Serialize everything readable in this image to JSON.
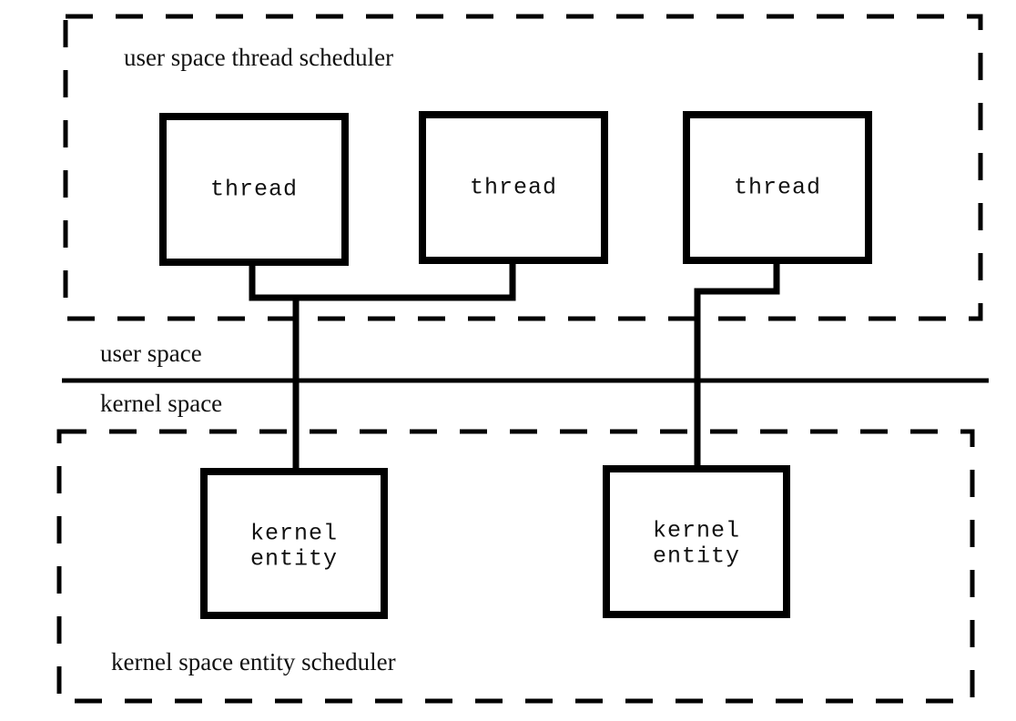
{
  "diagram": {
    "title_top": "user space thread scheduler",
    "title_bottom": "kernel space entity scheduler",
    "divider_label_above": "user space",
    "divider_label_below": "kernel space",
    "colors": {
      "stroke": "#000000",
      "background": "#ffffff",
      "text": "#111111"
    },
    "threads": [
      {
        "label": "thread"
      },
      {
        "label": "thread"
      },
      {
        "label": "thread"
      }
    ],
    "kernel_entities": [
      {
        "line1": "kernel",
        "line2": "entity"
      },
      {
        "line1": "kernel",
        "line2": "entity"
      }
    ]
  }
}
